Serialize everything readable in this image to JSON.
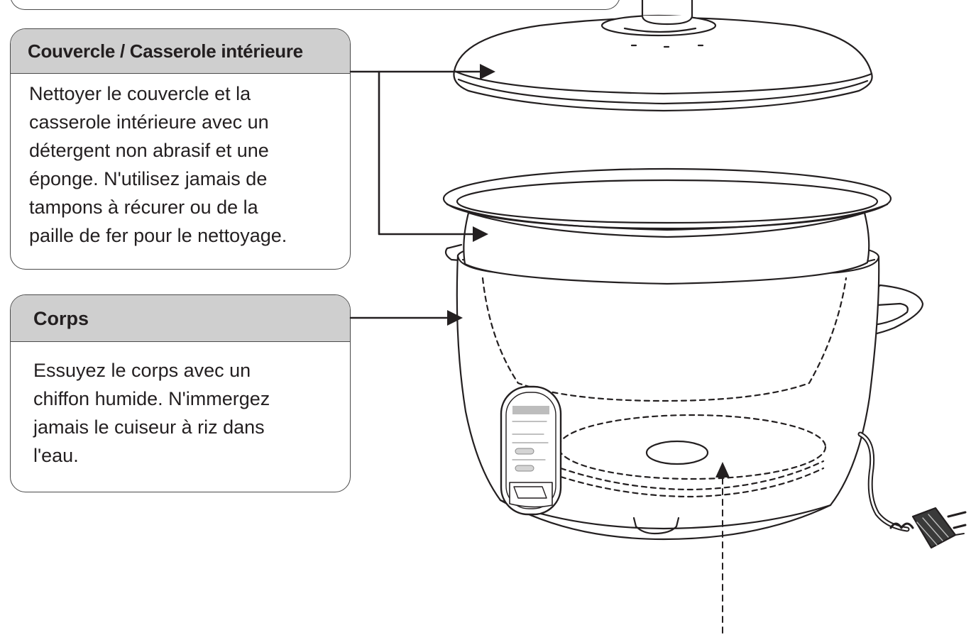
{
  "sections": {
    "lid_pot": {
      "title": "Couvercle / Casserole intérieure",
      "body": "Nettoyer le couvercle et la\ncasserole intérieure avec un\ndétergent non abrasif et une\néponge. N'utilisez jamais de\ntampons à récurer ou de la\npaille de fer pour le nettoyage."
    },
    "body": {
      "title": "Corps",
      "body": "Essuyez le corps avec un\nchiffon humide. N'immergez\njamais le cuiseur à riz dans\nl'eau."
    }
  },
  "colors": {
    "header_fill": "#cfcfcf",
    "line": "#231f20",
    "border": "#4a4a4a"
  },
  "icons": [
    "rice-cooker-illustration",
    "arrow-icon",
    "power-plug-icon"
  ]
}
